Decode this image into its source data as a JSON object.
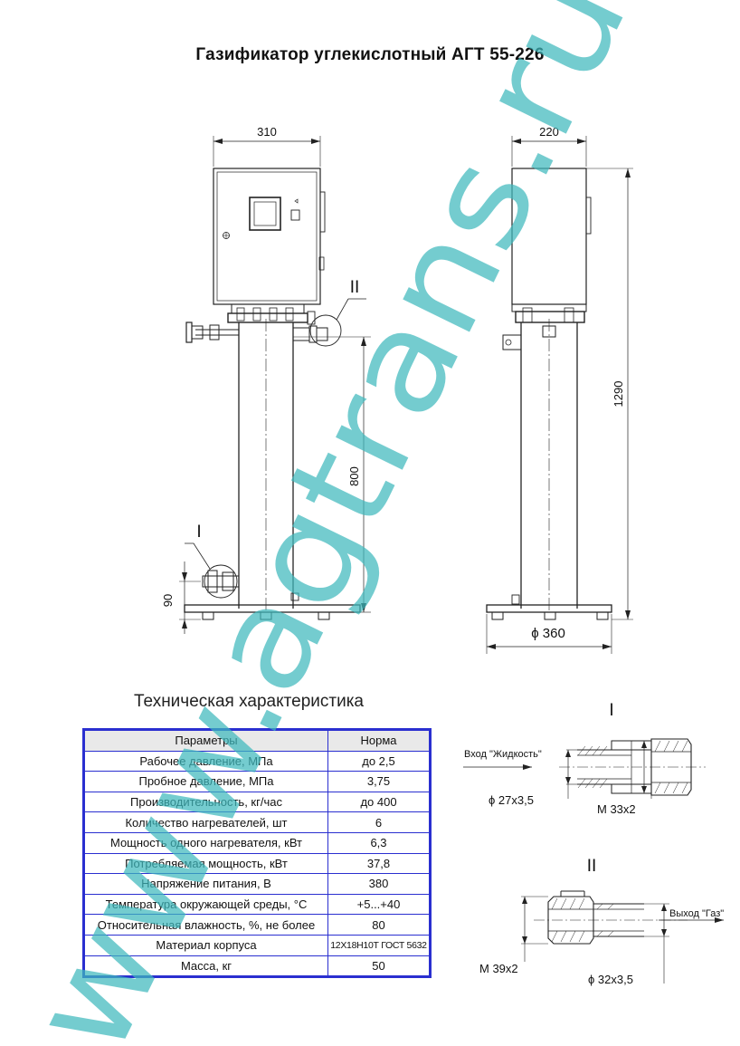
{
  "title": "Газификатор углекислотный АГТ 55-226",
  "dimensions": {
    "width_front": "310",
    "width_side": "220",
    "height_total": "1290",
    "height_stand": "800",
    "height_inlet": "90",
    "base_diameter": "ϕ 360"
  },
  "markers": {
    "detail_1": "I",
    "detail_2": "II"
  },
  "spec": {
    "heading": "Техническая характеристика",
    "col_param": "Параметры",
    "col_norm": "Норма",
    "rows": [
      {
        "param": "Рабочее давление, МПа",
        "value": "до 2,5"
      },
      {
        "param": "Пробное давление, МПа",
        "value": "3,75"
      },
      {
        "param": "Производительность, кг/час",
        "value": "до 400"
      },
      {
        "param": "Количество нагревателей, шт",
        "value": "6"
      },
      {
        "param": "Мощность одного нагревателя, кВт",
        "value": "6,3"
      },
      {
        "param": "Потребляемая мощность, кВт",
        "value": "37,8"
      },
      {
        "param": "Напряжение питания, В",
        "value": "380"
      },
      {
        "param": "Температура окружающей среды, °С",
        "value": "+5...+40"
      },
      {
        "param": "Относительная влажность, %, не более",
        "value": "80"
      },
      {
        "param": "Материал корпуса",
        "value": "12Х18Н10Т ГОСТ 5632"
      },
      {
        "param": "Масса, кг",
        "value": "50"
      }
    ]
  },
  "detail_1": {
    "label": "I",
    "inlet_label": "Вход \"Жидкость\"",
    "pipe_dim": "ϕ 27х3,5",
    "thread_dim": "М 33х2"
  },
  "detail_2": {
    "label": "II",
    "outlet_label": "Выход \"Газ\"",
    "thread_dim": "М 39х2",
    "pipe_dim": "ϕ 32х3,5"
  },
  "watermark": "www.agtrans.ru",
  "colors": {
    "line": "#222222",
    "table_border": "#2a2fd0",
    "watermark": "#3fb8bd"
  }
}
